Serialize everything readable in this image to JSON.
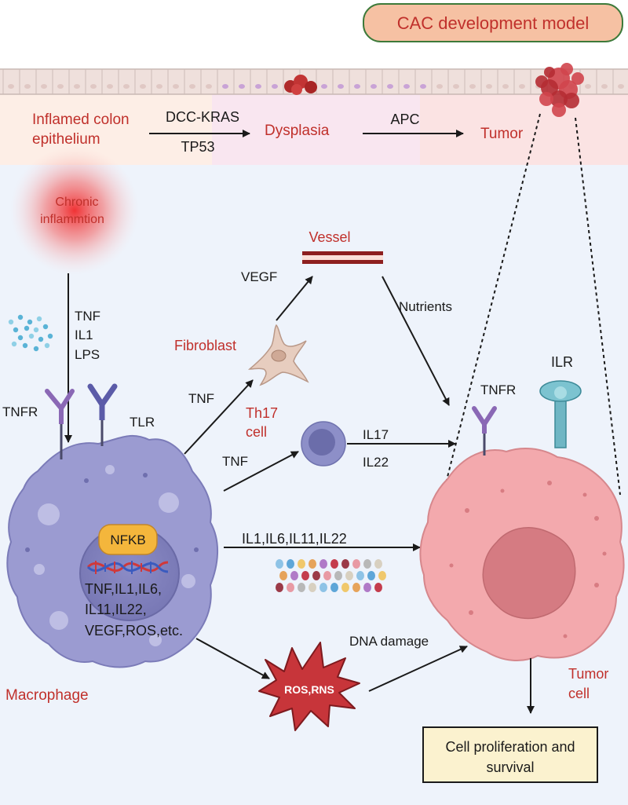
{
  "title": "CAC development model",
  "stages": {
    "inflamed_line1": "Inflamed colon",
    "inflamed_line2": "epithelium",
    "dcc_kras": "DCC-KRAS",
    "tp53": "TP53",
    "dysplasia": "Dysplasia",
    "apc": "APC",
    "tumor": "Tumor"
  },
  "inflammation": {
    "line1": "Chronic",
    "line2": "inflammtion"
  },
  "stimuli": [
    "TNF",
    "IL1",
    "LPS"
  ],
  "macrophage": {
    "label": "Macrophage",
    "tnfr": "TNFR",
    "tlr": "TLR",
    "nfkb": "NFKB",
    "outputs": [
      "TNF,IL1,IL6,",
      "IL11,IL22,",
      "VEGF,ROS,etc."
    ]
  },
  "fibroblast": {
    "label": "Fibroblast",
    "input": "TNF",
    "output": "VEGF"
  },
  "vessel": {
    "label": "Vessel",
    "output": "Nutrients"
  },
  "th17": {
    "label_line1": "Th17",
    "label_line2": "cell",
    "input": "TNF",
    "outputs": [
      "IL17",
      "IL22"
    ]
  },
  "cytokines_to_tumor": "IL1,IL6,IL11,IL22",
  "ros": {
    "label": "ROS,RNS",
    "effect": "DNA damage"
  },
  "tumor_cell": {
    "label_line1": "Tumor",
    "label_line2": "cell",
    "tnfr": "TNFR",
    "ilr": "ILR"
  },
  "outcome": {
    "line1": "Cell proliferation and",
    "line2": "survival"
  },
  "colors": {
    "label_red": "#c0302b",
    "macrophage": "#9b9bd1",
    "tumor_cell": "#f3a9ad",
    "title_box": "#f6c1a3",
    "outcome_box": "#fbf2cf",
    "receptor_purple": "#8a68b5",
    "ilr_teal": "#6fb6c4"
  }
}
